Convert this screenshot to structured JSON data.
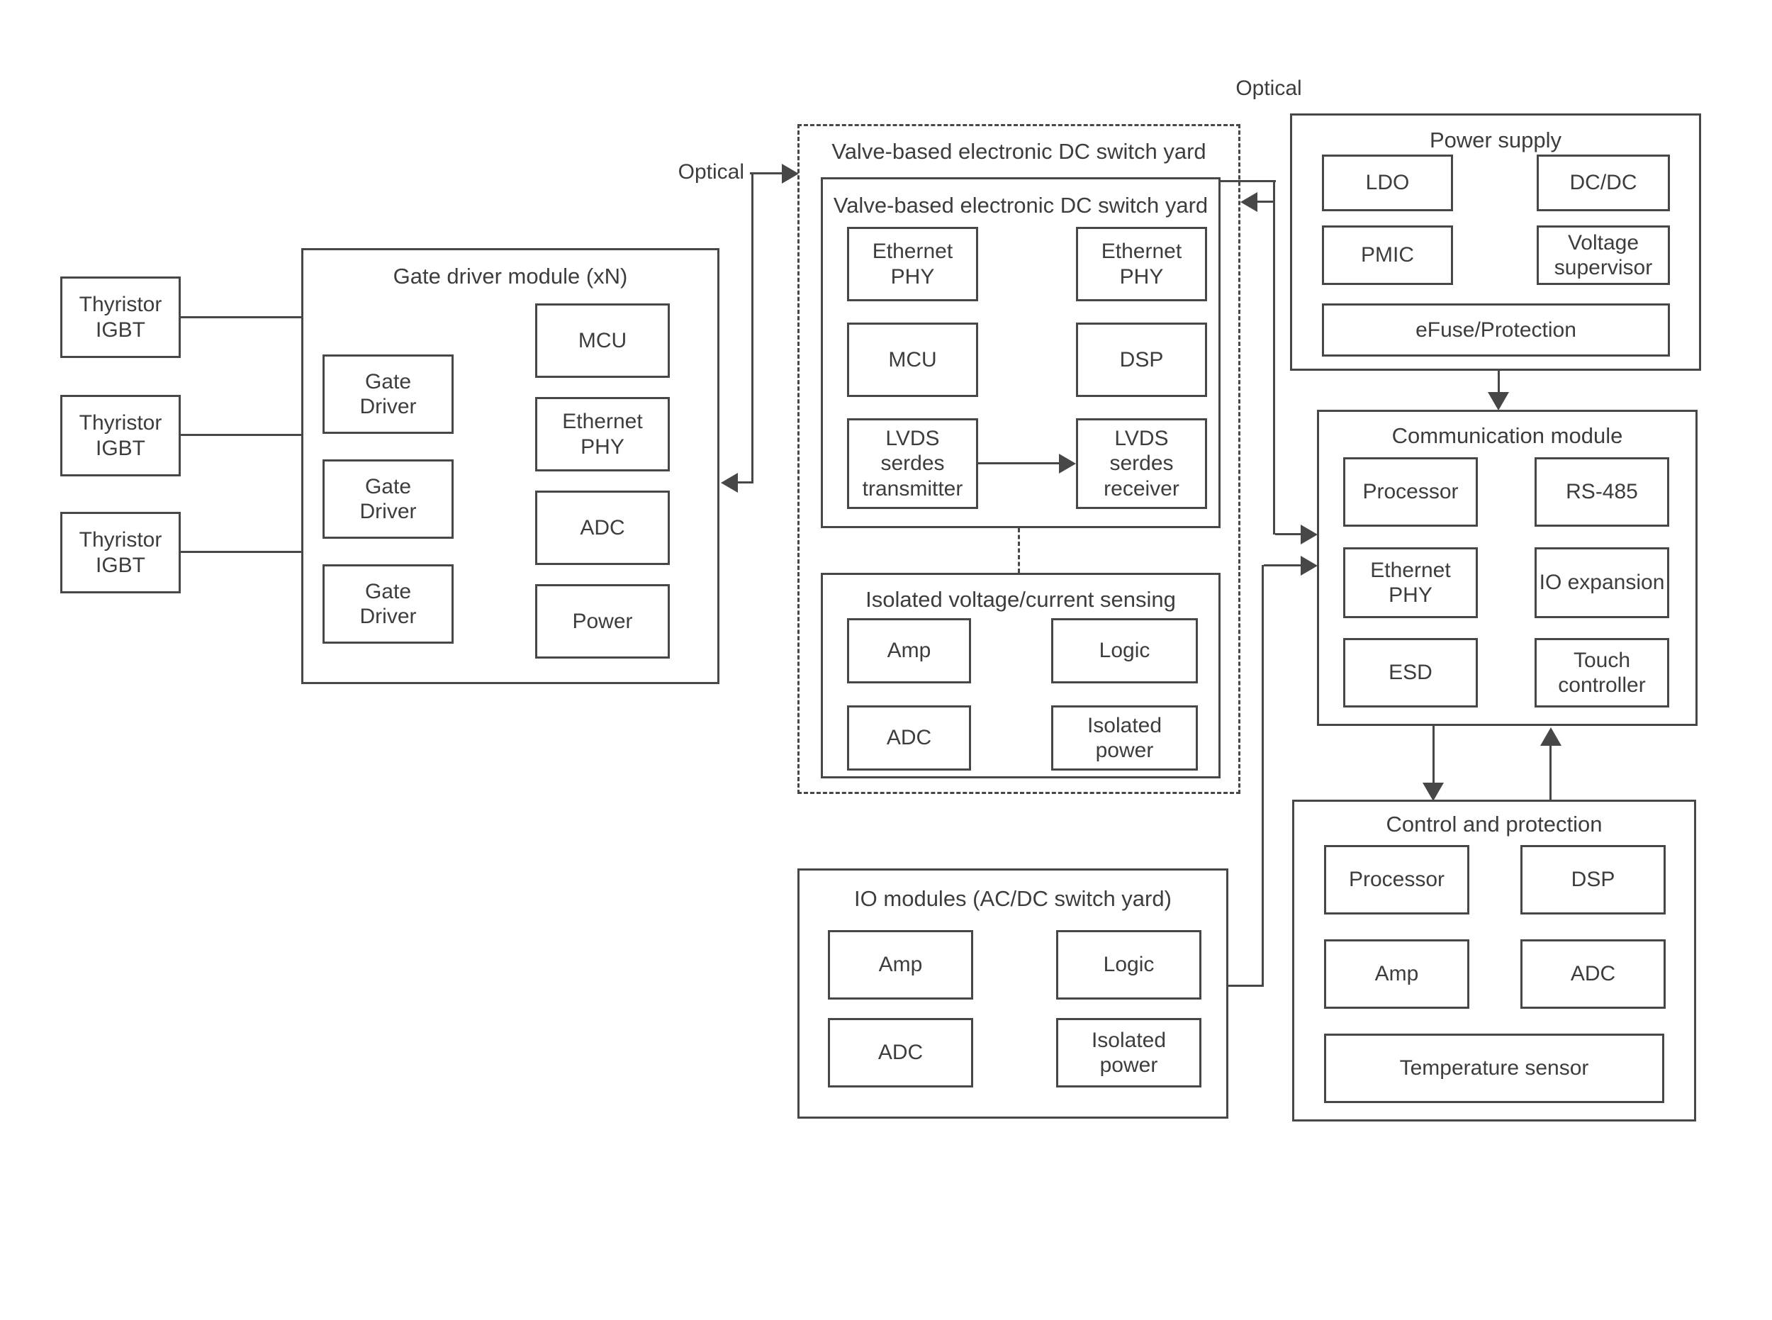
{
  "colors": {
    "line": "#474747",
    "text": "#3d3d3d",
    "background": "#ffffff"
  },
  "labels": {
    "optical_left": "Optical",
    "optical_right": "Optical"
  },
  "thyristors": [
    {
      "label": "Thyristor\nIGBT"
    },
    {
      "label": "Thyristor\nIGBT"
    },
    {
      "label": "Thyristor\nIGBT"
    }
  ],
  "gate_driver_module": {
    "title": "Gate driver module (xN)",
    "gate_drivers": [
      "Gate\nDriver",
      "Gate\nDriver",
      "Gate\nDriver"
    ],
    "components": [
      "MCU",
      "Ethernet\nPHY",
      "ADC",
      "Power"
    ]
  },
  "valve_switch_yard": {
    "outer_title": "Valve-based electronic DC switch yard",
    "inner_title": "Valve-based electronic DC switch yard",
    "components": {
      "ethernet_phy_left": "Ethernet\nPHY",
      "ethernet_phy_right": "Ethernet\nPHY",
      "mcu": "MCU",
      "dsp": "DSP",
      "lvds_tx": "LVDS\nserdes\ntransmitter",
      "lvds_rx": "LVDS\nserdes\nreceiver"
    }
  },
  "isolated_sensing": {
    "title": "Isolated voltage/current sensing",
    "components": [
      "Amp",
      "Logic",
      "ADC",
      "Isolated\npower"
    ]
  },
  "io_modules": {
    "title": "IO modules (AC/DC switch yard)",
    "components": [
      "Amp",
      "Logic",
      "ADC",
      "Isolated\npower"
    ]
  },
  "power_supply": {
    "title": "Power supply",
    "components": [
      "LDO",
      "DC/DC",
      "PMIC",
      "Voltage\nsupervisor",
      "eFuse/Protection"
    ]
  },
  "communication_module": {
    "title": "Communication module",
    "components": [
      "Processor",
      "RS-485",
      "Ethernet\nPHY",
      "IO expansion",
      "ESD",
      "Touch\ncontroller"
    ]
  },
  "control_protection": {
    "title": "Control and protection",
    "components": [
      "Processor",
      "DSP",
      "Amp",
      "ADC",
      "Temperature sensor"
    ]
  }
}
